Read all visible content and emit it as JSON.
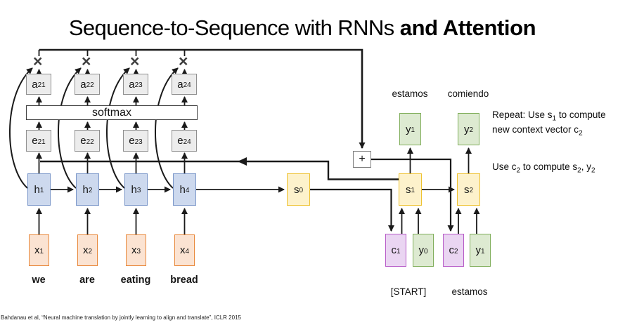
{
  "title": {
    "regular": "Sequence-to-Sequence with RNNs",
    "bold": " and Attention"
  },
  "citation": "Bahdanau et al, “Neural machine translation by jointly learning to align and translate”, ICLR 2015",
  "attention": {
    "multiply_symbol": "×",
    "sum_symbol": "+",
    "softmax_label": "softmax",
    "weights": [
      {
        "base": "a",
        "sub": "21"
      },
      {
        "base": "a",
        "sub": "22"
      },
      {
        "base": "a",
        "sub": "23"
      },
      {
        "base": "a",
        "sub": "24"
      }
    ],
    "scores": [
      {
        "base": "e",
        "sub": "21"
      },
      {
        "base": "e",
        "sub": "22"
      },
      {
        "base": "e",
        "sub": "23"
      },
      {
        "base": "e",
        "sub": "24"
      }
    ]
  },
  "encoder": {
    "hidden_states": [
      {
        "base": "h",
        "sub": "1"
      },
      {
        "base": "h",
        "sub": "2"
      },
      {
        "base": "h",
        "sub": "3"
      },
      {
        "base": "h",
        "sub": "4"
      }
    ],
    "inputs": [
      {
        "base": "x",
        "sub": "1"
      },
      {
        "base": "x",
        "sub": "2"
      },
      {
        "base": "x",
        "sub": "3"
      },
      {
        "base": "x",
        "sub": "4"
      }
    ],
    "input_words": [
      "we",
      "are",
      "eating",
      "bread"
    ]
  },
  "decoder": {
    "initial_state": {
      "base": "s",
      "sub": "0"
    },
    "states": [
      {
        "base": "s",
        "sub": "1"
      },
      {
        "base": "s",
        "sub": "2"
      }
    ],
    "outputs": [
      {
        "base": "y",
        "sub": "1"
      },
      {
        "base": "y",
        "sub": "2"
      }
    ],
    "output_words": [
      "estamos",
      "comiendo"
    ],
    "context_vectors": [
      {
        "base": "c",
        "sub": "1"
      },
      {
        "base": "c",
        "sub": "2"
      }
    ],
    "prev_outputs": [
      {
        "base": "y",
        "sub": "0"
      },
      {
        "base": "y",
        "sub": "1"
      }
    ],
    "input_words": [
      "[START]",
      "estamos"
    ]
  },
  "notes": {
    "n1": {
      "t0": "Repeat: Use s",
      "s0": "1",
      "t1": " to compute new context vector c",
      "s1": "2"
    },
    "n2": {
      "t0": "Use c",
      "s0": "2",
      "t1": " to compute s",
      "s1": "2",
      "t2": ", y",
      "s2": "2"
    }
  },
  "colors": {
    "encoder_hidden": "#cdd9ee",
    "encoder_input": "#fbe3d2",
    "decoder_state": "#fdf2cc",
    "decoder_output": "#ddead1",
    "context_vector": "#ead5f2",
    "attention_box": "#ececec",
    "line": "#1a1a1a"
  }
}
